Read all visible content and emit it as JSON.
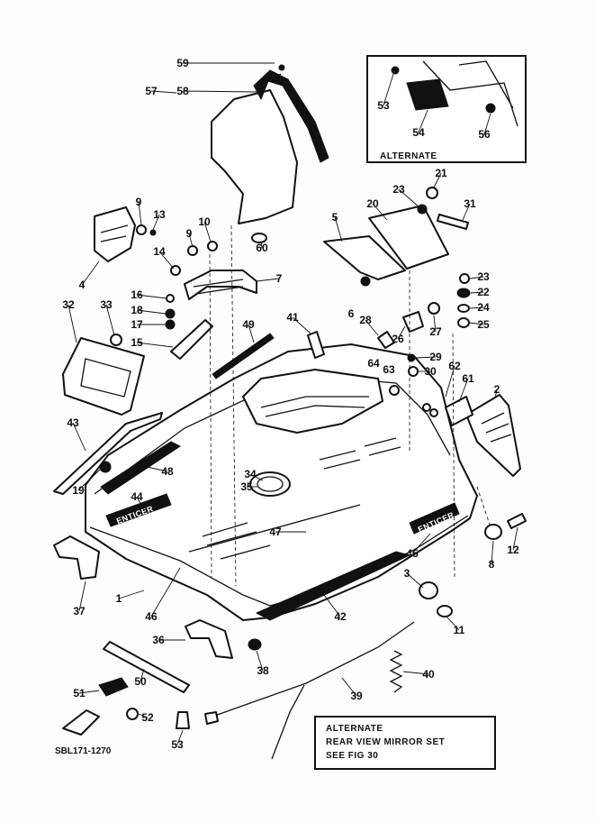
{
  "callouts": [
    "59",
    "57",
    "58",
    "9",
    "13",
    "10",
    "14",
    "9",
    "60",
    "5",
    "20",
    "23",
    "21",
    "31",
    "4",
    "7",
    "16",
    "18",
    "17",
    "15",
    "33",
    "32",
    "49",
    "41",
    "6",
    "28",
    "26",
    "27",
    "23",
    "22",
    "24",
    "25",
    "29",
    "64",
    "63",
    "30",
    "62",
    "61",
    "2",
    "43",
    "19",
    "48",
    "34",
    "35",
    "44",
    "47",
    "45",
    "3",
    "8",
    "12",
    "37",
    "1",
    "46",
    "42",
    "11",
    "36",
    "38",
    "40",
    "39",
    "51",
    "50",
    "52",
    "53",
    "53",
    "54",
    "56"
  ],
  "inset_top": {
    "label": "ALTERNATE"
  },
  "inset_bottom": {
    "line1": "ALTERNATE",
    "line2": "REAR VIEW MIRROR SET",
    "line3": "SEE FIG 30"
  },
  "decal_text": "ENTICER",
  "diagram_code": "SBL171-1270"
}
